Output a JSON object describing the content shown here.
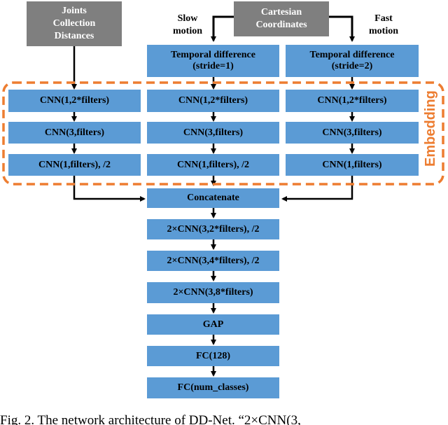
{
  "inputs": {
    "joints": "Joints\nCollection\nDistances",
    "cartesian": "Cartesian\nCoordinates"
  },
  "motion_labels": {
    "slow": "Slow\nmotion",
    "fast": "Fast\nmotion"
  },
  "temporal": {
    "slow": "Temporal difference\n(stride=1)",
    "fast": "Temporal difference\n(stride=2)"
  },
  "branch_layers": {
    "left": [
      "CNN(1,2*filters)",
      "CNN(3,filters)",
      "CNN(1,filters), /2"
    ],
    "middle": [
      "CNN(1,2*filters)",
      "CNN(3,filters)",
      "CNN(1,filters), /2"
    ],
    "right": [
      "CNN(1,2*filters)",
      "CNN(3,filters)",
      "CNN(1,filters)"
    ]
  },
  "embedding_label": "Embedding",
  "trunk": [
    "Concatenate",
    "2×CNN(3,2*filters), /2",
    "2×CNN(3,4*filters), /2",
    "2×CNN(3,8*filters)",
    "GAP",
    "FC(128)",
    "FC(num_classes)"
  ],
  "caption": "Fig. 2.   The network architecture of DD-Net. “2×CNN(3,",
  "colors": {
    "box": "#5b9bd5",
    "input": "#7f7f7f",
    "embedding": "#ed7d31"
  }
}
